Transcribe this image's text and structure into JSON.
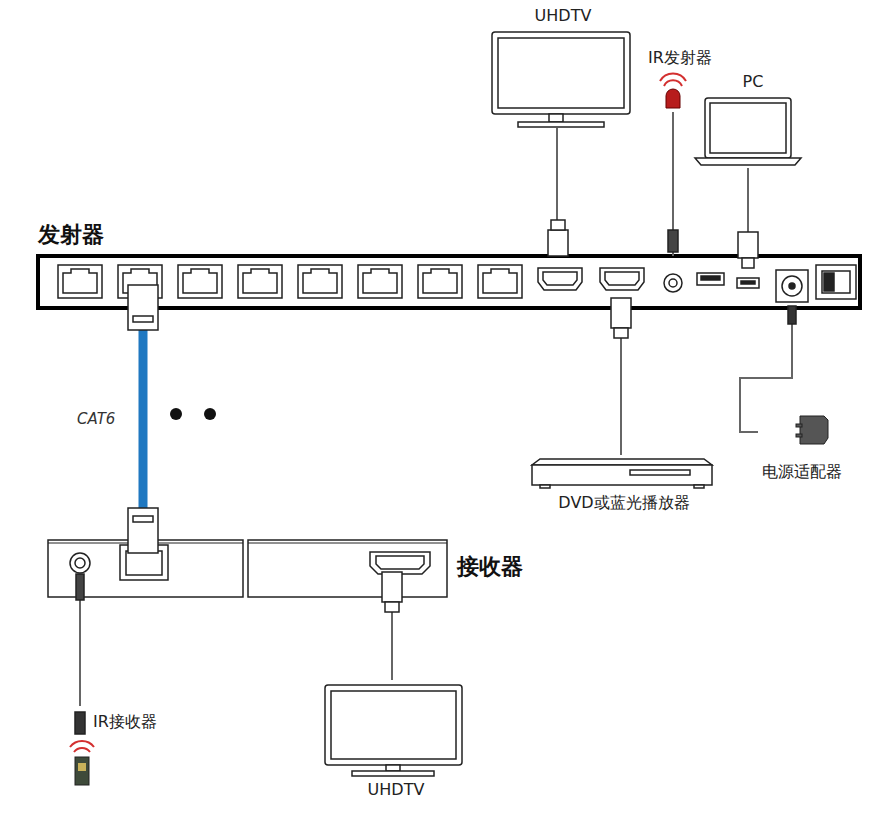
{
  "diagram": {
    "nodes": [
      {
        "text": [
          "发射器"
        ]
      },
      {
        "text": [
          "UHDTV"
        ]
      },
      {
        "text": [
          "IR发射器"
        ]
      },
      {
        "text": [
          "PC"
        ]
      },
      {
        "text": [
          "DVD或蓝光播放器"
        ]
      },
      {
        "text": [
          "电源适配器"
        ]
      },
      {
        "text": [
          "接收器"
        ]
      },
      {
        "text": [
          "UHDTV"
        ]
      },
      {
        "text": [
          "IR接收器"
        ]
      }
    ],
    "edges": [
      {
        "from": 1,
        "to": 0,
        "arrow": "none"
      },
      {
        "from": 2,
        "to": 0,
        "arrow": "none"
      },
      {
        "from": 3,
        "to": 0,
        "arrow": "none"
      },
      {
        "from": 4,
        "to": 0,
        "arrow": "none"
      },
      {
        "from": 5,
        "to": 0,
        "arrow": "none"
      },
      {
        "from": 0,
        "to": 6,
        "label": "CAT6",
        "arrow": "none"
      },
      {
        "from": 6,
        "to": 7,
        "arrow": "none"
      },
      {
        "from": 8,
        "to": 6,
        "arrow": "none"
      }
    ]
  }
}
